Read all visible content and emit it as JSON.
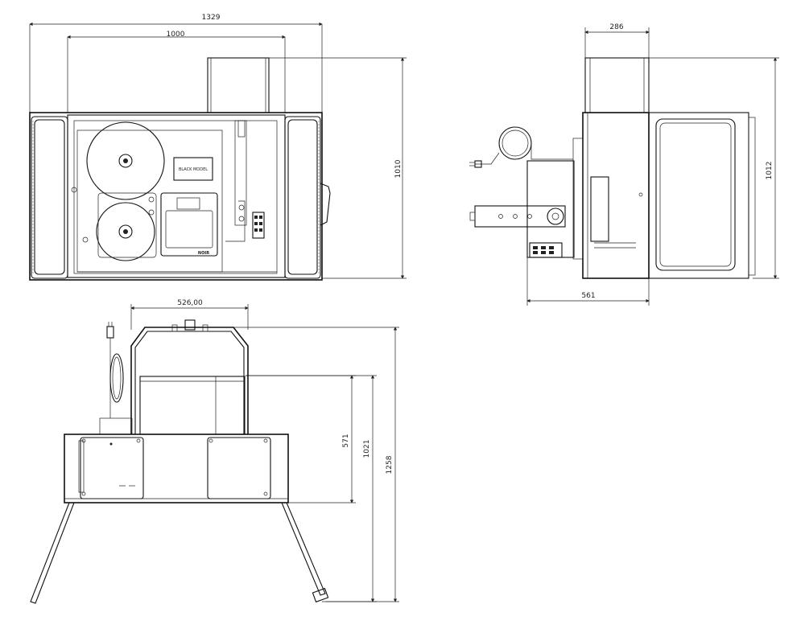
{
  "dimensions": {
    "front_width_total": "1329",
    "front_width_inner": "1000",
    "front_height": "1010",
    "side_top_width": "286",
    "side_height": "1012",
    "side_depth": "561",
    "bottom_handle_width": "526,00",
    "bottom_body_height": "571",
    "bottom_mid_height": "1021",
    "bottom_total_height": "1258"
  },
  "labels": {
    "logo_text": "NOIR",
    "label_plate": "BLACK MODEL"
  }
}
